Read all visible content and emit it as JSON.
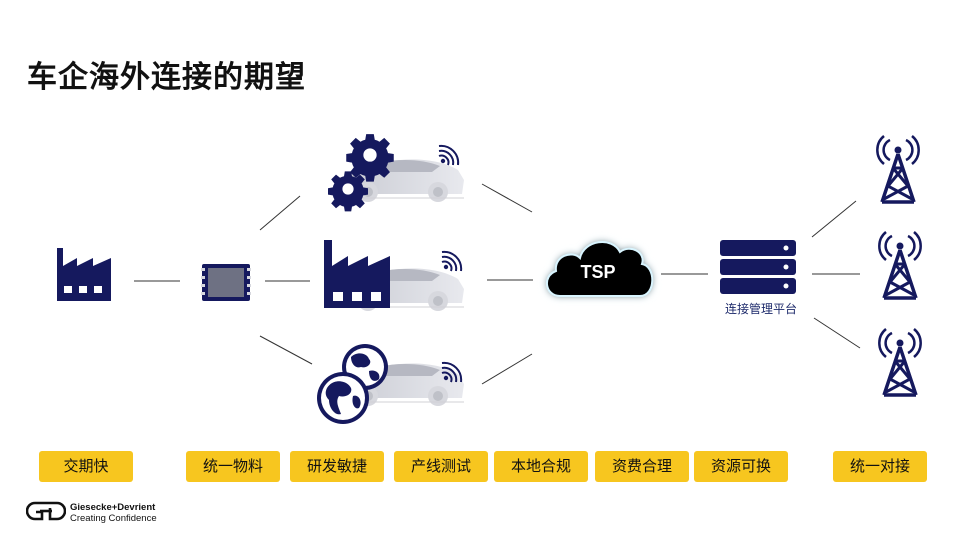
{
  "title": "车企海外连接的期望",
  "nodes": {
    "tsp": "TSP",
    "platform": "连接管理平台"
  },
  "icons": [
    "factory-icon",
    "chip-icon",
    "gear-car-icon",
    "factory-car-icon",
    "globe-car-icon",
    "cloud-icon",
    "server-icon",
    "tower-icon"
  ],
  "tags": [
    "交期快",
    "统一物料",
    "研发敏捷",
    "产线测试",
    "本地合规",
    "资费合理",
    "资源可换",
    "统一对接"
  ],
  "footer": {
    "company": "Giesecke+Devrient",
    "slogan": "Creating Confidence"
  },
  "colors": {
    "navy": "#15195e",
    "accent_yellow": "#f7c61f",
    "cloud": "#000000",
    "line": "#333333"
  }
}
